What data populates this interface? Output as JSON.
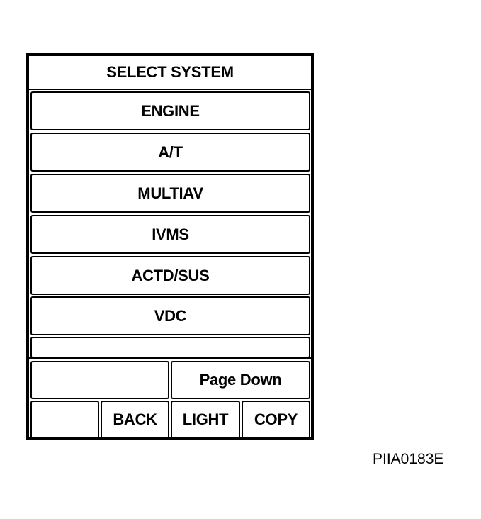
{
  "screen": {
    "title": "SELECT SYSTEM",
    "systems": [
      {
        "label": "ENGINE"
      },
      {
        "label": "A/T"
      },
      {
        "label": "MULTIAV"
      },
      {
        "label": "IVMS"
      },
      {
        "label": "ACTD/SUS"
      },
      {
        "label": "VDC"
      },
      {
        "label": ""
      }
    ],
    "buttons": {
      "page_down": "Page Down",
      "back": "BACK",
      "light": "LIGHT",
      "copy": "COPY"
    }
  },
  "figure_id": "PIIA0183E",
  "colors": {
    "border": "#000000",
    "background": "#ffffff",
    "text": "#000000"
  }
}
